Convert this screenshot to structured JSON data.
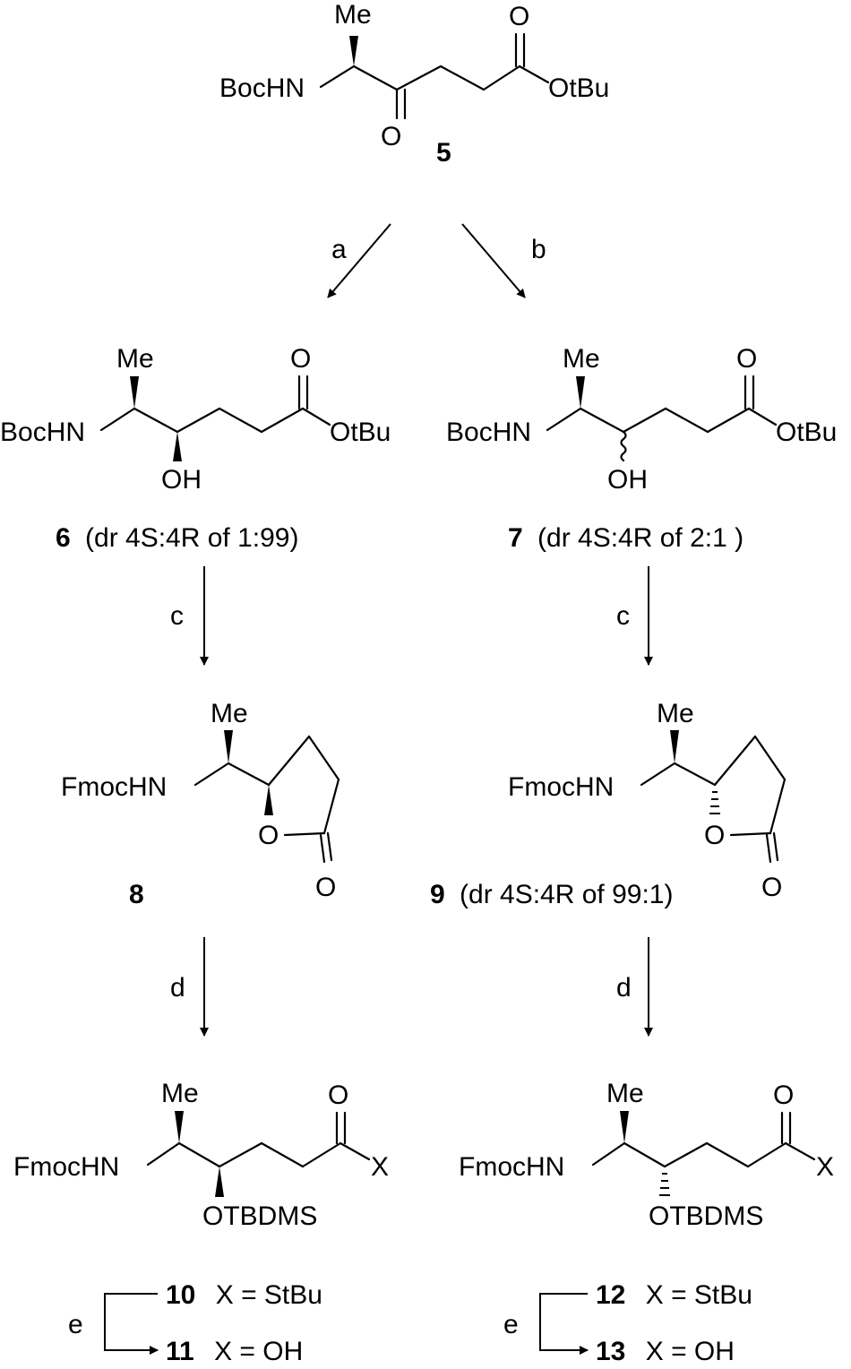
{
  "compounds": {
    "c5": {
      "number": "5",
      "nh": "BocHN",
      "me": "Me",
      "ketone_o": "O",
      "ester_o": "O",
      "ester": "OtBu"
    },
    "c6": {
      "number": "6",
      "dr": "(dr 4S:4R of 1:99)",
      "nh": "BocHN",
      "me": "Me",
      "oh": "OH",
      "ester_o": "O",
      "ester": "OtBu"
    },
    "c7": {
      "number": "7",
      "dr": "(dr 4S:4R of 2:1 )",
      "nh": "BocHN",
      "me": "Me",
      "oh": "OH",
      "ester_o": "O",
      "ester": "OtBu"
    },
    "c8": {
      "number": "8",
      "nh": "FmocHN",
      "me": "Me",
      "ring_o": "O",
      "carbonyl_o": "O"
    },
    "c9": {
      "number": "9",
      "dr": "(dr 4S:4R of 99:1)",
      "nh": "FmocHN",
      "me": "Me",
      "ring_o": "O",
      "carbonyl_o": "O"
    },
    "c10_11": {
      "nh": "FmocHN",
      "me": "Me",
      "otbdms": "OTBDMS",
      "carbonyl_o": "O",
      "x": "X",
      "n10": "10",
      "x10": "X = StBu",
      "n11": "11",
      "x11": "X = OH"
    },
    "c12_13": {
      "nh": "FmocHN",
      "me": "Me",
      "otbdms": "OTBDMS",
      "carbonyl_o": "O",
      "x": "X",
      "n12": "12",
      "x12": "X = StBu",
      "n13": "13",
      "x13": "X = OH"
    }
  },
  "steps": {
    "a": "a",
    "b": "b",
    "c1": "c",
    "c2": "c",
    "d1": "d",
    "d2": "d",
    "e1": "e",
    "e2": "e"
  }
}
